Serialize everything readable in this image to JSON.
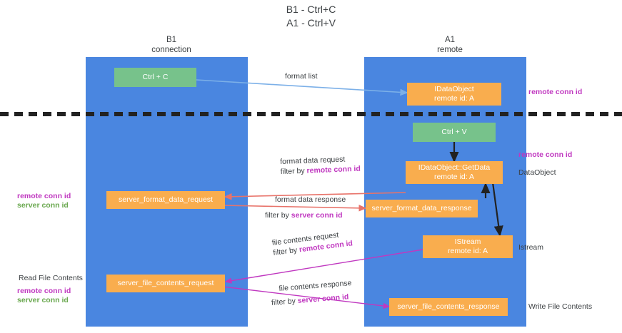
{
  "title": "B1 - Ctrl+C\nA1 - Ctrl+V",
  "columns": [
    {
      "name": "b1",
      "header": "B1\nconnection"
    },
    {
      "name": "a1",
      "header": "A1\nremote"
    }
  ],
  "nodes": {
    "ctrl_c": "Ctrl + C",
    "idataobject": "IDataObject\nremote id: A",
    "ctrl_v": "Ctrl + V",
    "getdata": "IDataObject::GetData\nremote id: A",
    "server_format_data_request": "server_format_data_request",
    "server_format_data_response": "server_format_data_response",
    "istream": "IStream\nremote id: A",
    "server_file_contents_request": "server_file_contents_request",
    "server_file_contents_response": "server_file_contents_response"
  },
  "edges": {
    "format_list": {
      "line1": "format list"
    },
    "format_data_request": {
      "line1": "format data request",
      "line2_prefix": "filter by ",
      "line2_key": "remote conn id"
    },
    "format_data_response": {
      "line1": "format data response",
      "line2_prefix": "filter by ",
      "line2_key": "server conn id"
    },
    "file_contents_request": {
      "line1": "file contents request",
      "line2_prefix": "filter by ",
      "line2_key": "remote conn id"
    },
    "file_contents_response": {
      "line1": "file contents response",
      "line2_prefix": "filter by ",
      "line2_key": "server conn id"
    }
  },
  "annotations": {
    "right_remote_conn_top": "remote conn id",
    "right_remote_conn_mid": "remote conn id",
    "right_dataobject": "DataObject",
    "right_istream": "Istream",
    "right_write_file_contents": "Write File Contents",
    "left_mid_remote": "remote conn id",
    "left_mid_server": "server conn id",
    "left_read_file_contents": "Read File Contents",
    "left_bottom_remote": "remote conn id",
    "left_bottom_server": "server conn id"
  },
  "colors": {
    "lane_blue": "#4a86e0",
    "node_green": "#77c28b",
    "node_orange": "#f9ad4e",
    "accent_remote": "#c038c0",
    "accent_server": "#6aa84f",
    "arrow_blue": "#7cb0e8",
    "arrow_red": "#e8736a",
    "arrow_magenta": "#c038c0",
    "arrow_black": "#222222"
  }
}
